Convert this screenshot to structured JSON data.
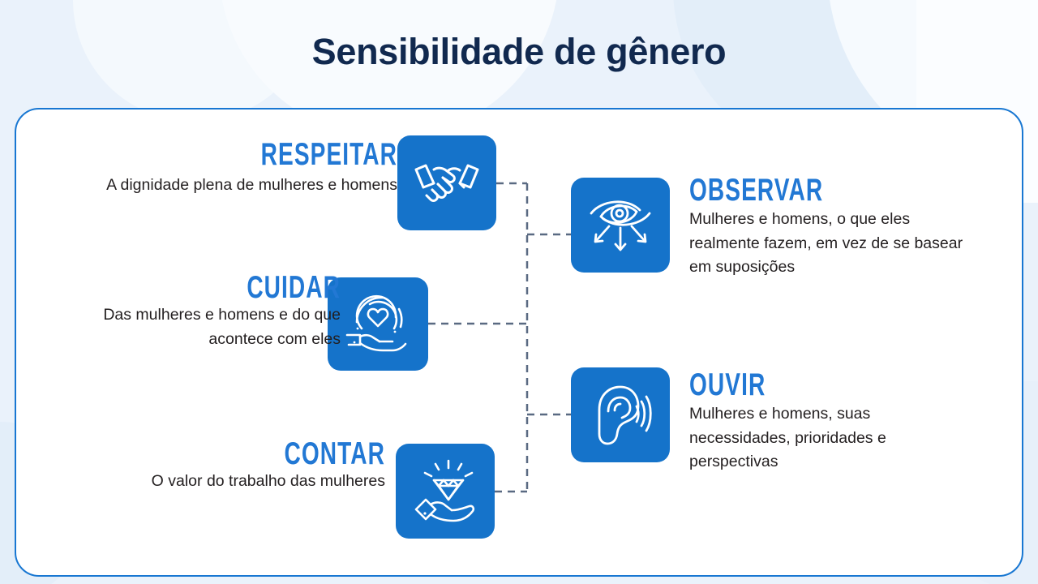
{
  "title": "Sensibilidade de gênero",
  "colors": {
    "page_background": "#eaf2fb",
    "card_background": "#ffffff",
    "card_border": "#1877d2",
    "title_text": "#11294f",
    "heading_blue": "#2278d4",
    "icon_tile_blue": "#1573ca",
    "icon_glyph": "#ffffff",
    "body_text": "#231f20",
    "connector_line": "#5a6a82"
  },
  "items": {
    "respeitar": {
      "heading": "RESPEITAR",
      "description": "A dignidade plena de mulheres e homens",
      "icon": "handshake-icon"
    },
    "cuidar": {
      "heading": "CUIDAR",
      "description": "Das mulheres e homens e do que acontece com eles",
      "icon": "hand-holding-heart-icon"
    },
    "contar": {
      "heading": "CONTAR",
      "description": "O valor do trabalho das mulheres",
      "icon": "hand-holding-diamond-icon"
    },
    "observar": {
      "heading": "OBSERVAR",
      "description": "Mulheres e homens, o que eles realmente fazem, em vez de se basear em suposições",
      "icon": "eye-with-arrows-icon"
    },
    "ouvir": {
      "heading": "OUVIR",
      "description": "Mulheres e homens, suas necessidades, prioridades e perspectivas",
      "icon": "ear-listening-icon"
    }
  },
  "connectors": {
    "style": "dashed",
    "spine_label": "vertical-dashed-spine",
    "branches": [
      "respeitar-to-spine",
      "spine-to-observar",
      "cuidar-to-spine",
      "spine-to-ouvir",
      "contar-to-spine"
    ]
  }
}
